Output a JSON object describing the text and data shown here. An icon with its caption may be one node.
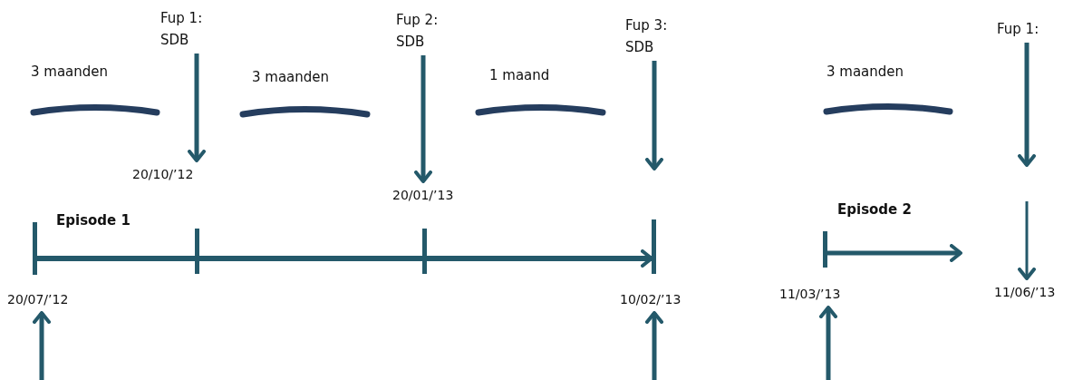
{
  "diagram": {
    "nodes": [
      {
        "text": [
          "Fup 1: SDB"
        ]
      },
      {
        "text": [
          "20/10/’12"
        ]
      },
      {
        "text": [
          "Fup 2: SDB"
        ]
      },
      {
        "text": [
          "20/01/’13"
        ]
      },
      {
        "text": [
          "Fup 3: SDB"
        ]
      },
      {
        "text": [
          "Fup 1:"
        ]
      },
      {
        "text": [
          "20/07/’12"
        ]
      },
      {
        "text": [
          "10/02/’13"
        ]
      },
      {
        "text": [
          "11/03/’13"
        ]
      },
      {
        "text": [
          "11/06/’13"
        ]
      },
      {
        "text": [],
        "shape": "bar"
      },
      {
        "text": [],
        "shape": "bar"
      },
      {
        "text": [],
        "shape": "bar"
      },
      {
        "text": [],
        "shape": "bar"
      },
      {
        "text": [],
        "shape": "bar"
      }
    ],
    "edges": [
      {
        "from": 0,
        "to": 1,
        "arrow": "to"
      },
      {
        "from": 2,
        "to": 3,
        "arrow": "to"
      },
      {
        "from": 4,
        "to": null,
        "arrow": "to"
      },
      {
        "from": 5,
        "to": null,
        "arrow": "to"
      },
      {
        "from": null,
        "to": 9,
        "arrow": "to"
      },
      {
        "from": 10,
        "to": 13,
        "arrow": "to"
      },
      {
        "from": 14,
        "to": null,
        "arrow": "to"
      },
      {
        "from": null,
        "to": 6,
        "arrow": "to"
      },
      {
        "from": null,
        "to": 7,
        "arrow": "to"
      },
      {
        "from": null,
        "to": 8,
        "arrow": "to"
      }
    ],
    "labels": [
      "3 maanden",
      "3 maanden",
      "1 maand",
      "3 maanden",
      "Episode 1",
      "Episode 2"
    ]
  }
}
